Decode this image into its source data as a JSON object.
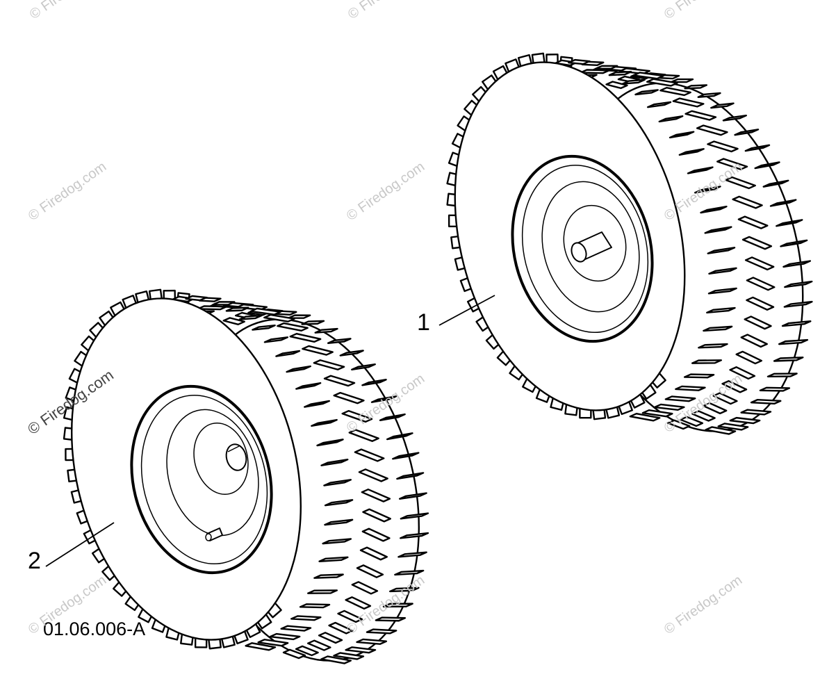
{
  "callouts": {
    "item_1": "1",
    "item_2": "2"
  },
  "figure_code": "01.06.006-A",
  "watermark": {
    "text": "© Firedog.com"
  },
  "colors": {
    "ink": "#000000",
    "watermark": "#c8c8c8",
    "background": "#ffffff"
  }
}
